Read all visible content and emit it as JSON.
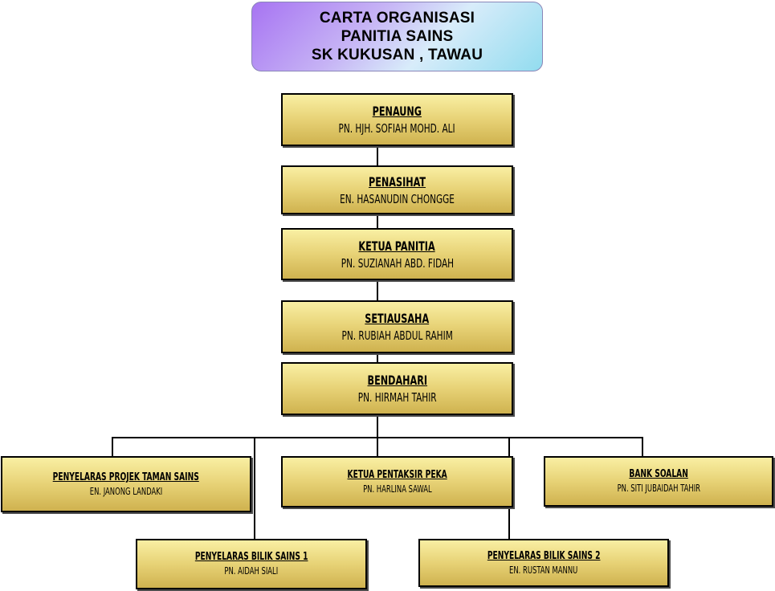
{
  "title": {
    "lines": [
      "CARTA ORGANISASI",
      "PANITIA SAINS",
      "SK KUKUSAN , TAWAU"
    ]
  },
  "nodes": {
    "penaung": {
      "role": "PENAUNG",
      "name": "PN. HJH. SOFIAH MOHD. ALI"
    },
    "penasihat": {
      "role": "PENASIHAT",
      "name": "EN. HASANUDIN CHONGGE"
    },
    "ketua_panitia": {
      "role": "KETUA PANITIA",
      "name": "PN. SUZIANAH ABD. FIDAH"
    },
    "setiausaha": {
      "role": "SETIAUSAHA",
      "name": "PN. RUBIAH ABDUL RAHIM"
    },
    "bendahari": {
      "role": "BENDAHARI",
      "name": "PN. HIRMAH TAHIR"
    },
    "projek_taman_sains": {
      "role": "PENYELARAS PROJEK TAMAN SAINS",
      "name": "EN. JANONG LANDAKI"
    },
    "ketua_pentaksir_peka": {
      "role": "KETUA PENTAKSIR PEKA",
      "name": "PN. HARLINA SAWAL"
    },
    "bank_soalan": {
      "role": "BANK SOALAN",
      "name": "PN. SITI JUBAIDAH TAHIR"
    },
    "bilik_sains_1": {
      "role": "PENYELARAS BILIK SAINS 1",
      "name": "PN. AIDAH SIALI"
    },
    "bilik_sains_2": {
      "role": "PENYELARAS BILIK SAINS 2",
      "name": "EN. RUSTAN MANNU"
    }
  }
}
